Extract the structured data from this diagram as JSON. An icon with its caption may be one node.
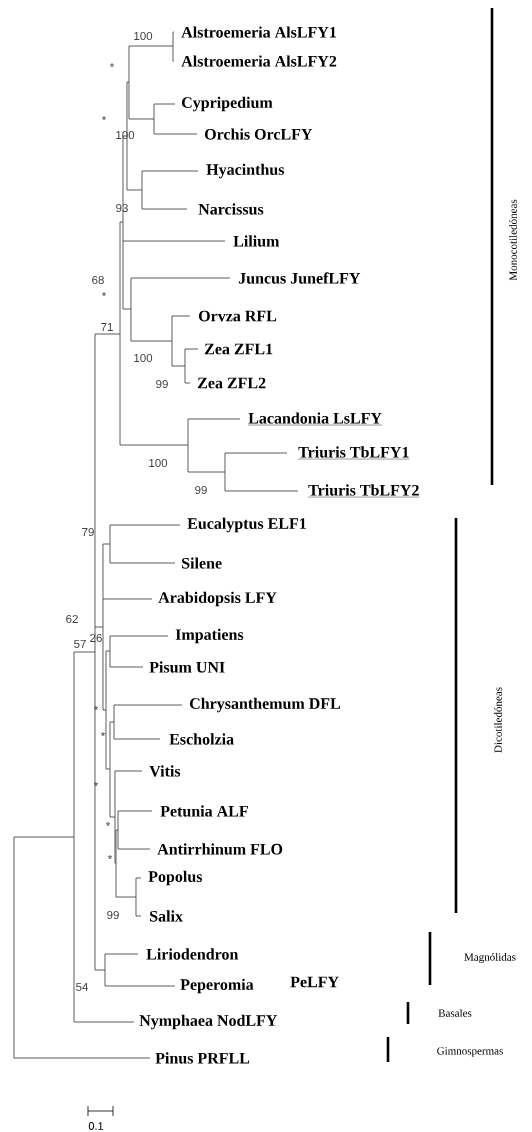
{
  "diagram": {
    "labels": [
      "Alstroemeria AlsLFY1",
      "Alstroemeria AlsLFY2",
      "Cypripedium",
      "Orchis OrcLFY",
      "Hyacinthus",
      "Narcissus",
      "Lilium",
      "Juncus JunefLFY",
      "Orvza RFL",
      "Zea ZFL1",
      "Zea ZFL2",
      "Lacandonia LsLFY",
      "Triuris TbLFY1",
      "Triuris TbLFY2",
      "Eucalyptus ELF1",
      "Silene",
      "Arabidopsis LFY",
      "Impatiens",
      "Pisum UNI",
      "Chrysanthemum DFL",
      "Escholzia",
      "Vitis",
      "Petunia ALF",
      "Antirrhinum FLO",
      "Popolus",
      "Salix",
      "Liriodendron",
      "Peperomia",
      "PeLFY",
      "Nymphaea NodLFY",
      "Pinus PRFLL",
      "100",
      "*",
      "*",
      "100",
      "93",
      "68",
      "*",
      "71",
      "100",
      "99",
      "100",
      "99",
      "79",
      "62",
      "26",
      "57",
      "*",
      "*",
      "*",
      "*",
      "*",
      "99",
      "54",
      "Monocotiledóneas",
      "Dicotiledóneas",
      "Magnólidas",
      "Basales",
      "Gimnospermas",
      "0.1"
    ]
  }
}
